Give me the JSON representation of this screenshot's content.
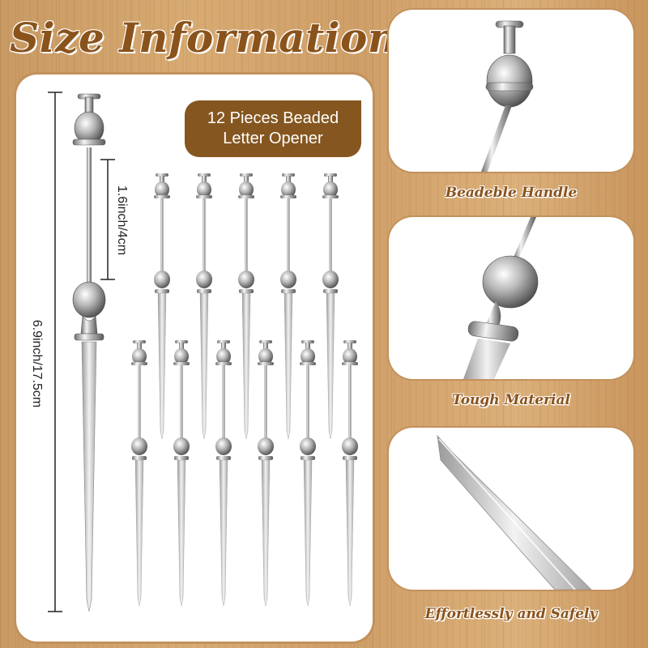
{
  "title": "Size Information",
  "badge": {
    "line1": "12 Pieces Beaded",
    "line2": "Letter Opener"
  },
  "dimensions": {
    "handle": "1.6inch/4cm",
    "total": "6.9inch/17.5cm"
  },
  "captions": {
    "handle": "Beadeble Handle",
    "material": "Tough Material",
    "tip": "Effortlessly and Safely"
  },
  "colors": {
    "brand_brown": "#85561f",
    "title_brown": "#8a531c",
    "wood": "#d3a56e"
  }
}
